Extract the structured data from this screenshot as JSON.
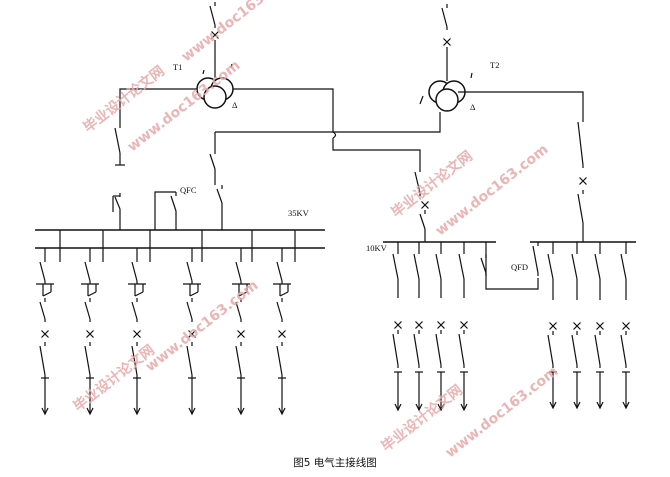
{
  "labels": {
    "t1": "T1",
    "t2": "T2",
    "bus35": "35KV",
    "bus10": "10KV",
    "qfc": "QFC",
    "qfd": "QFD",
    "delta": "Δ"
  },
  "caption": "图5 电气主接线图",
  "watermark": {
    "cn": "毕业设计论文网",
    "url": "www.doc163.com"
  }
}
